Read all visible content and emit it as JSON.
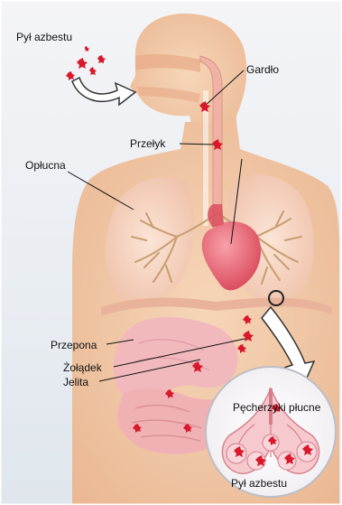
{
  "labels": {
    "asbestos_dust_top": "Pył azbestu",
    "throat": "Gardło",
    "esophagus": "Przełyk",
    "pleura": "Opłucna",
    "diaphragm": "Przepona",
    "stomach": "Żołądek",
    "intestines": "Jelita",
    "alveoli": "Pęcherzyki płucne",
    "asbestos_dust_bottom": "Pył azbestu"
  },
  "colors": {
    "skin": "#f2c5a0",
    "background": "#e9eef3",
    "lung": "#f1c8b2",
    "bronchi": "#c9a27a",
    "heart": "#e8606c",
    "digestive": "#f0b7b9",
    "asbestos_particle": "#d8192b",
    "arrow": "#ffffff"
  },
  "icons": [
    "curved-arrow-icon",
    "magnifier-ring-icon",
    "large-arrow-icon"
  ]
}
